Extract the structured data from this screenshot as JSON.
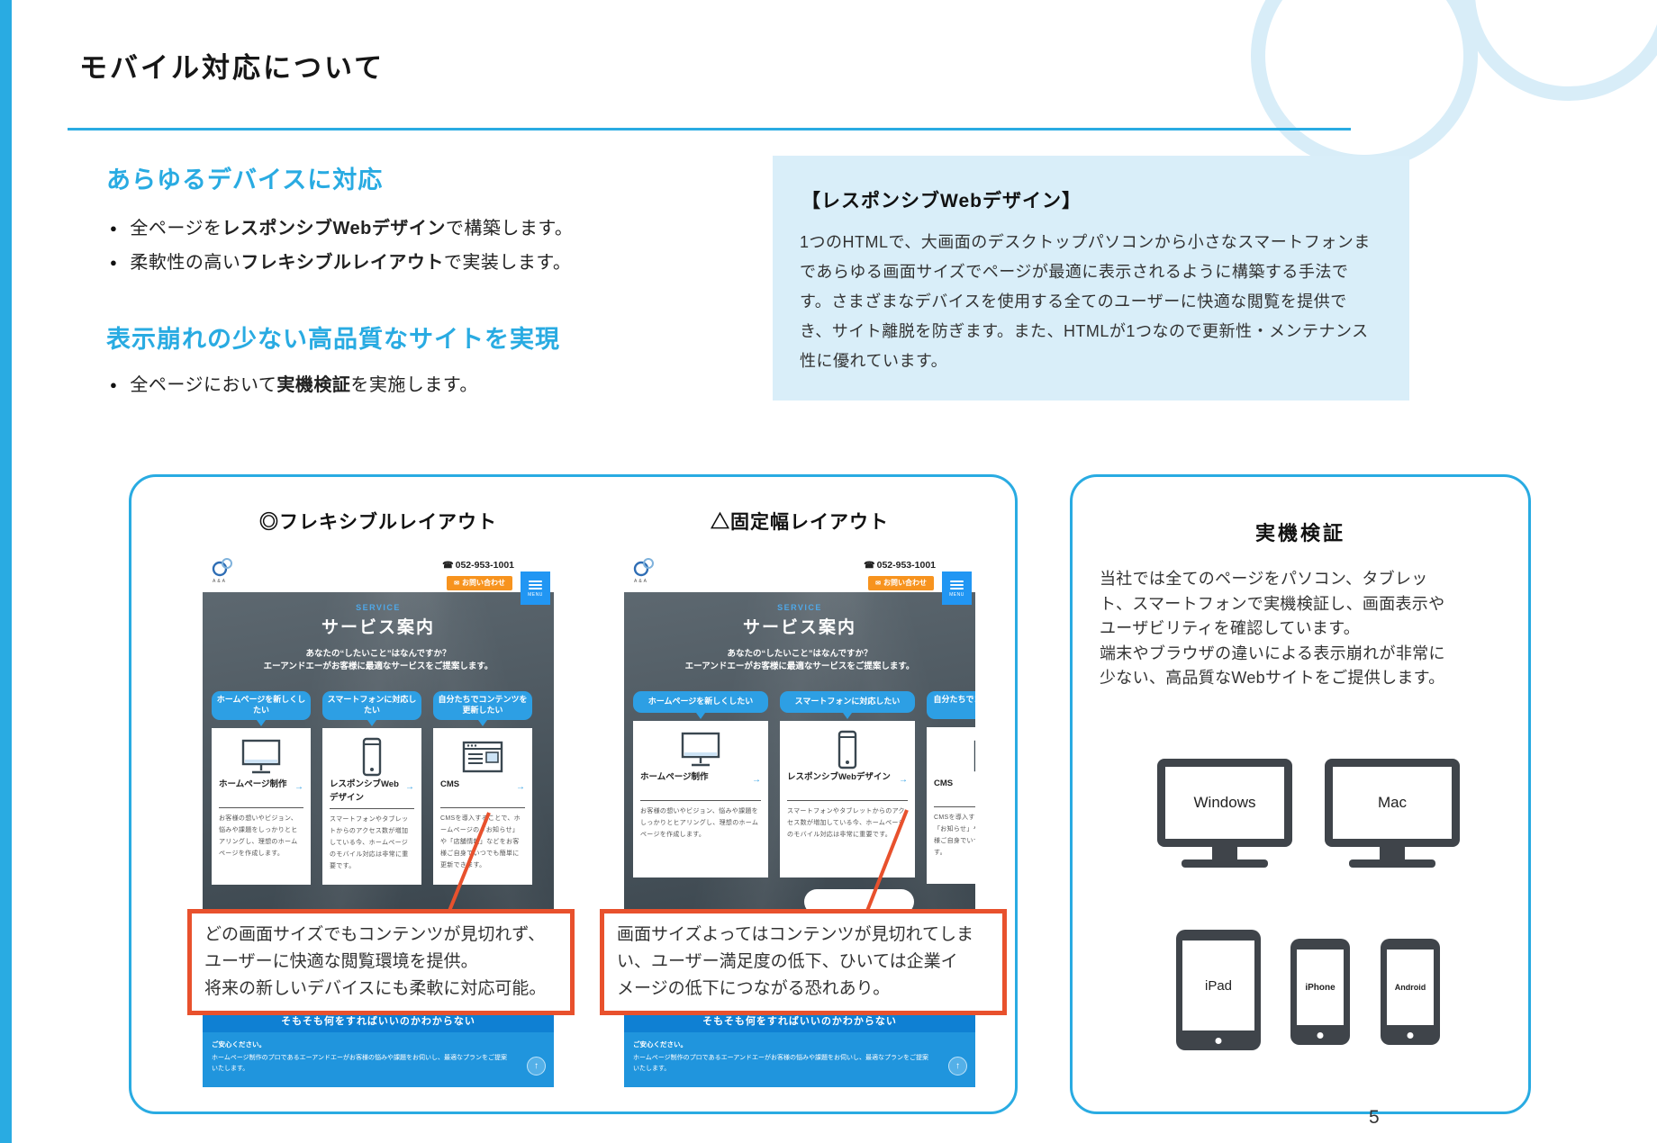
{
  "colors": {
    "accent_blue": "#29ABE2",
    "note_orange": "#E8512D",
    "info_bg": "#D9EEF9",
    "contact_orange": "#F7931E",
    "menu_blue": "#2196F3",
    "device_gray": "#3F444A"
  },
  "page": {
    "title": "モバイル対応について",
    "page_number": "5"
  },
  "intro": {
    "heading1": "あらゆるデバイスに対応",
    "bullets1": [
      {
        "pre": "全ページを",
        "bold": "レスポンシブWebデザイン",
        "post": "で構築します。"
      },
      {
        "pre": "柔軟性の高い",
        "bold": "フレキシブルレイアウト",
        "post": "で実装します。"
      }
    ],
    "heading2": "表示崩れの少ない高品質なサイトを実現",
    "bullets2": [
      {
        "pre": "全ページにおいて",
        "bold": "実機検証",
        "post": "を実施します。"
      }
    ]
  },
  "info_box": {
    "title": "【レスポンシブWebデザイン】",
    "body": "1つのHTMLで、大画面のデスクトップパソコンから小さなスマートフォンま\nであらゆる画面サイズでページが最適に表示されるように構築する手法で\nす。さまざまなデバイスを使用する全てのユーザーに快適な閲覧を提供で\nき、サイト離脱を防ぎます。また、HTMLが1つなので更新性・メンテナンス\n性に優れています。"
  },
  "comparison": {
    "flexible_heading": "◎フレキシブルレイアウト",
    "fixed_heading": "△固定幅レイアウト",
    "flexible_note": "どの画面サイズでもコンテンツが見切れず、\nユーザーに快適な閲覧環境を提供。\n将来の新しいデバイスにも柔軟に対応可能。",
    "fixed_note": "画面サイズよってはコンテンツが見切れてしま\nい、ユーザー満足度の低下、ひいては企業イ\nメージの低下につながる恐れあり。"
  },
  "mockup": {
    "logo_text": "A & A",
    "phone_number": "052-953-1001",
    "contact_label": "お問い合わせ",
    "menu_label": "MENU",
    "hero_tag": "SERVICE",
    "hero_title": "サービス案内",
    "hero_sub1": "あなたの“したいこと”はなんですか？",
    "hero_sub2": "エーアンドエーがお客様に最適なサービスをご提案します。",
    "cards": [
      {
        "tag": "ホームページを新しくしたい",
        "title": "ホームページ制作",
        "desc": "お客様の想いやビジョン、悩みや課題をしっかりとヒアリングし、理想のホームページを作成します。"
      },
      {
        "tag": "スマートフォンに対応したい",
        "title": "レスポンシブWebデザイン",
        "desc": "スマートフォンやタブレットからのアクセス数が増加している今、ホームページのモバイル対応は非常に重要です。"
      },
      {
        "tag": "自分たちでコンテンツを更新したい",
        "title": "CMS",
        "desc": "CMSを導入することで、ホームページの「お知らせ」や「店舗情報」などをお客様ご自身でいつでも簡単に更新できます。"
      }
    ],
    "band_text": "そもそも何をすればいいのかわからない",
    "footer_line1": "ご安心ください。",
    "footer_line2": "ホームページ制作のプロであるエーアンドエーがお客様の悩みや課題をお伺いし、最適なプランをご提案いたします。"
  },
  "verification": {
    "title": "実機検証",
    "body": "当社では全てのページをパソコン、タブレッ\nト、スマートフォンで実機検証し、画面表示や\nユーザビリティを確認しています。\n端末やブラウザの違いによる表示崩れが非常に\n少ない、高品質なWebサイトをご提供します。",
    "devices": {
      "windows": "Windows",
      "mac": "Mac",
      "ipad": "iPad",
      "iphone": "iPhone",
      "android": "Android"
    }
  },
  "icons": {
    "phone": "☎",
    "mail": "✉",
    "arrow_right": "→",
    "arrow_up": "↑"
  }
}
